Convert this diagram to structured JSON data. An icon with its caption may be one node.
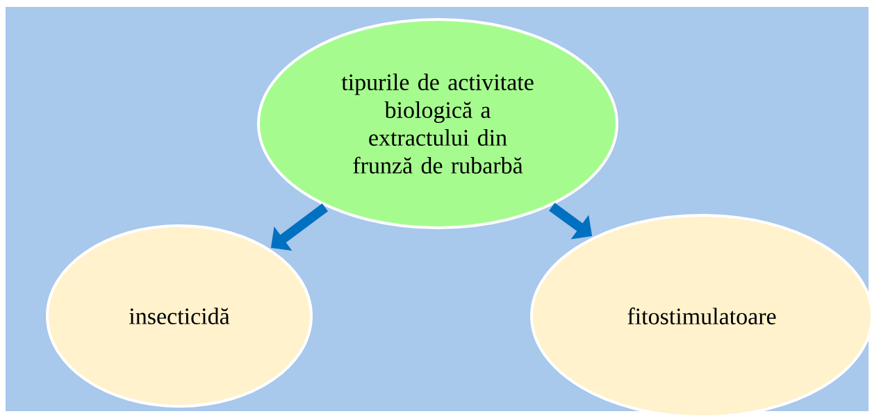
{
  "diagram": {
    "nodes": [
      {
        "text": [
          "tipurile de activitate biologică a extractului din frunză de rubarbă"
        ]
      },
      {
        "text": [
          "insecticidă"
        ]
      },
      {
        "text": [
          "fitostimulatoare"
        ]
      }
    ],
    "edges": [
      {
        "from": 0,
        "to": 1,
        "arrow": "to"
      },
      {
        "from": 0,
        "to": 2,
        "arrow": "to"
      }
    ]
  }
}
